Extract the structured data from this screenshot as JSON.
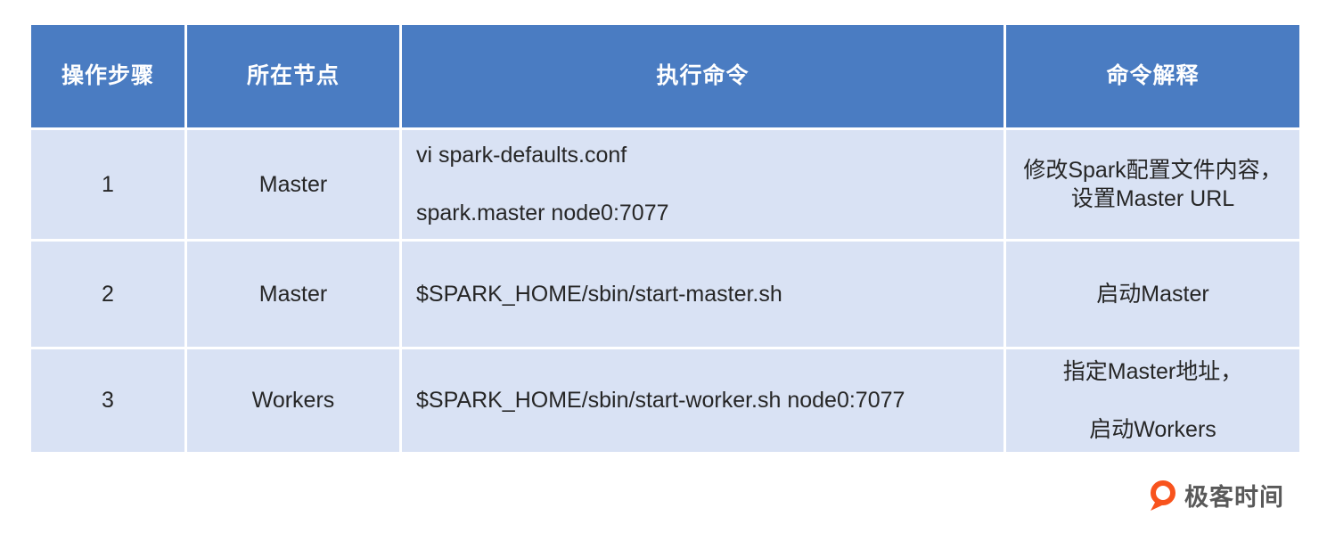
{
  "table": {
    "headers": [
      "操作步骤",
      "所在节点",
      "执行命令",
      "命令解释"
    ],
    "rows": [
      {
        "step": "1",
        "node": "Master",
        "command": "vi spark-defaults.conf\n\nspark.master node0:7077",
        "explanation": "修改Spark配置文件内容，\n设置Master URL"
      },
      {
        "step": "2",
        "node": "Master",
        "command": "$SPARK_HOME/sbin/start-master.sh",
        "explanation": "启动Master"
      },
      {
        "step": "3",
        "node": "Workers",
        "command": "$SPARK_HOME/sbin/start-worker.sh node0:7077",
        "explanation": "指定Master地址，\n\n启动Workers"
      }
    ]
  },
  "footer": {
    "brand": "极客时间"
  },
  "colors": {
    "header_bg": "#4A7CC2",
    "row_bg": "#D9E2F4",
    "header_text": "#FFFFFF",
    "body_text": "#262626",
    "brand_orange": "#F8531D",
    "brand_text": "#595959"
  }
}
